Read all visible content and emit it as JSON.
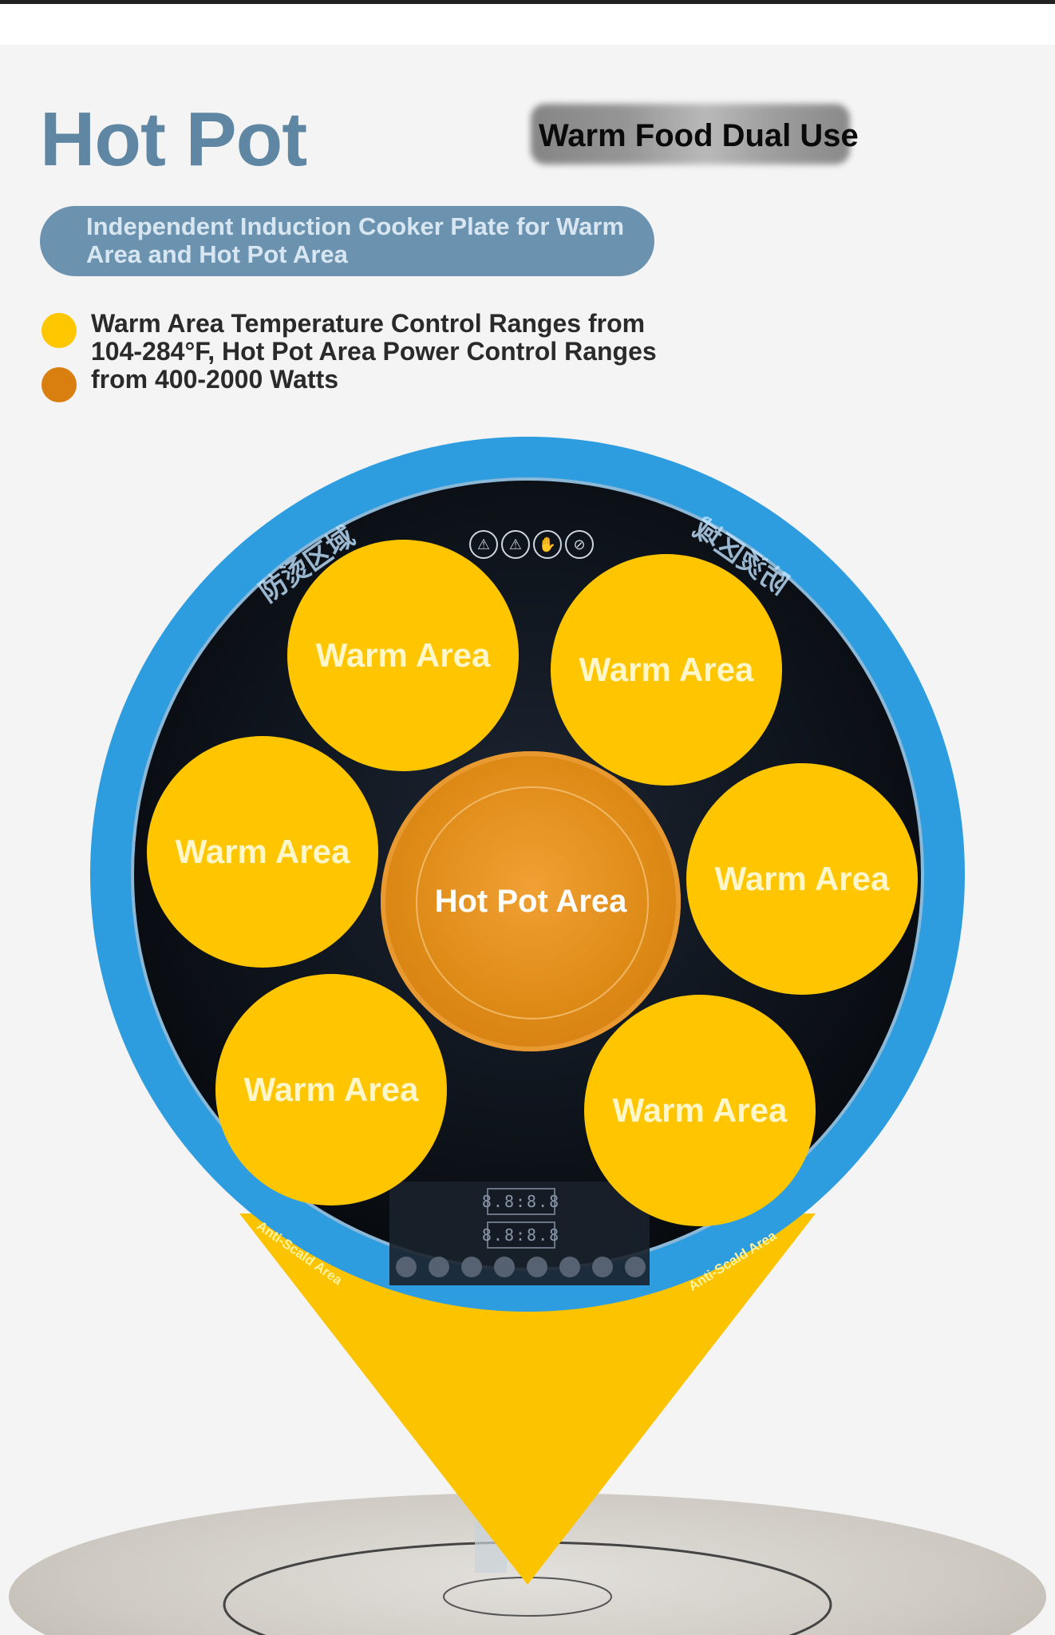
{
  "header": {
    "title": "Hot Pot",
    "tagline": "Warm Food Dual Use"
  },
  "feature_pill": {
    "text": "Independent Induction Cooker Plate for Warm Area and Hot Pot Area"
  },
  "legend": {
    "text": "Warm Area Temperature Control Ranges from 104-284°F, Hot Pot Area Power Control Ranges from 400-2000 Watts",
    "warm_color": "#ffc700",
    "hot_color": "#d97f10"
  },
  "cooktop": {
    "warm_zones": [
      {
        "label": "Warm Area"
      },
      {
        "label": "Warm Area"
      },
      {
        "label": "Warm Area"
      },
      {
        "label": "Warm Area"
      },
      {
        "label": "Warm Area"
      },
      {
        "label": "Warm Area"
      }
    ],
    "hot_pot_label": "Hot Pot Area",
    "anti_scald_labels": [
      "Anti-Scald Area",
      "Anti-Scald Area"
    ],
    "rim_text": [
      "防烫区域",
      "防烫区域"
    ],
    "display_readouts": [
      "8.8:8.8",
      "8.8:8.8"
    ],
    "rim_color": "#2e9de0",
    "glass_color": "#0f141c"
  }
}
